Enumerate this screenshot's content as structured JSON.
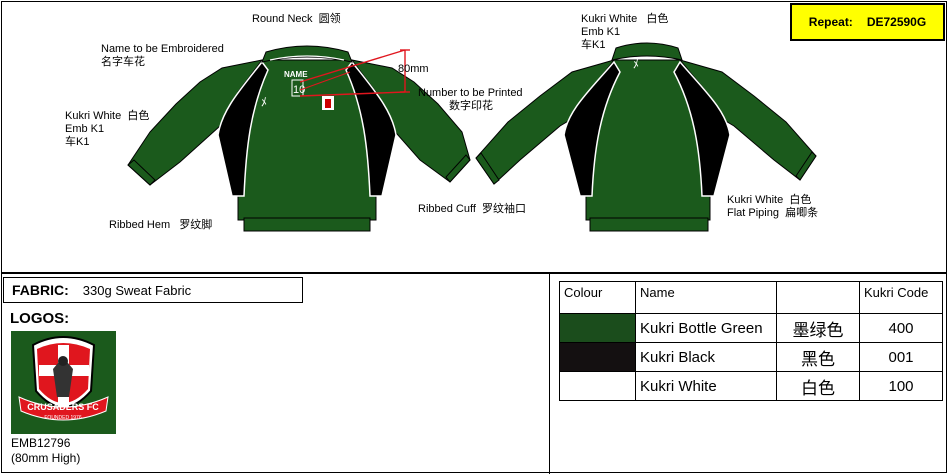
{
  "repeat": {
    "label": "Repeat:",
    "code": "DE72590G"
  },
  "labels": {
    "round_neck": "Round Neck",
    "round_neck_cn": "圆领",
    "name_embroidered": "Name to be Embroidered",
    "name_embroidered_cn": "名字车花",
    "kukri_white_front": "Kukri White",
    "kukri_white_front_cn": "白色",
    "emb_k1_front": "Emb K1",
    "car_k1_front": "车K1",
    "measure": "80mm",
    "number_printed": "Number to be Printed",
    "number_printed_cn": "数字印花",
    "ribbed_hem": "Ribbed Hem",
    "ribbed_hem_cn": "罗纹脚",
    "ribbed_cuff": "Ribbed Cuff",
    "ribbed_cuff_cn": "罗纹袖口",
    "kukri_white_back": "Kukri White",
    "kukri_white_back_cn": "白色",
    "emb_k1_back": "Emb K1",
    "car_k1_back": "车K1",
    "kukri_white_piping": "Kukri White",
    "kukri_white_piping_cn": "白色",
    "flat_piping": "Flat Piping",
    "flat_piping_cn": "扁唧条",
    "jersey_name": "NAME",
    "jersey_number": "10"
  },
  "fabric": {
    "label": "FABRIC:",
    "value": "330g Sweat Fabric"
  },
  "logos": {
    "title": "LOGOS:",
    "badge_text": "CRUSADERS FC",
    "badge_sub": "FOUNDED 1976",
    "code": "EMB12796",
    "size": "(80mm High)"
  },
  "colours": {
    "headers": [
      "Colour",
      "Name",
      "",
      "Kukri Code"
    ],
    "rows": [
      {
        "swatch": "#1b4d1c",
        "name": "Kukri Bottle Green",
        "cn": "墨绿色",
        "code": "400"
      },
      {
        "swatch": "#141011",
        "name": "Kukri Black",
        "cn": "黑色",
        "code": "001"
      },
      {
        "swatch": "#ffffff",
        "name": "Kukri White",
        "cn": "白色",
        "code": "100"
      }
    ]
  },
  "palette": {
    "green": "#1b5a1c",
    "black": "#000000",
    "white": "#ffffff",
    "red": "#e0161e",
    "yellow": "#ffff00"
  }
}
